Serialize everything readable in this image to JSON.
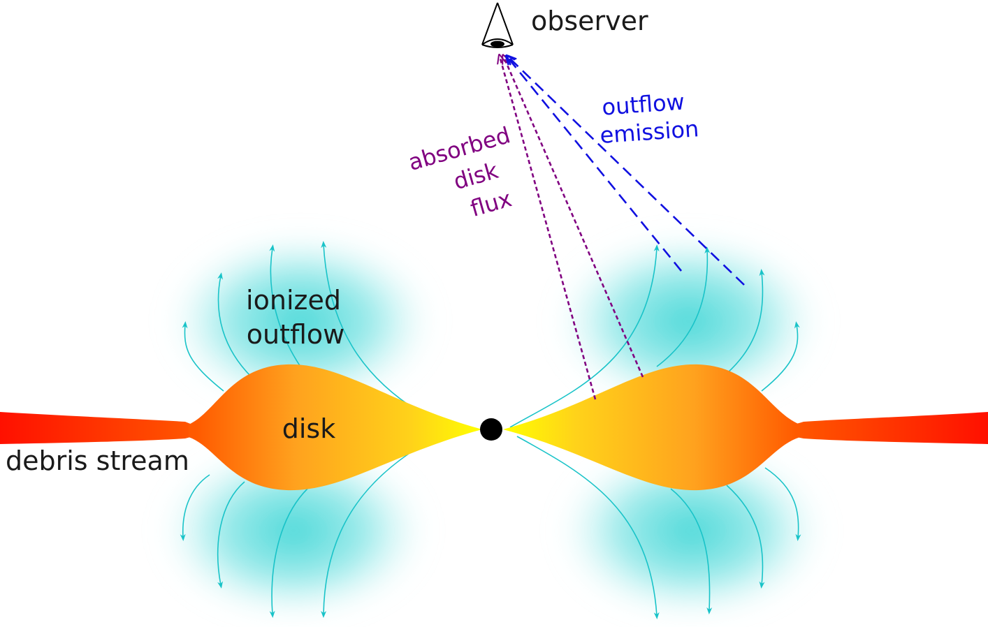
{
  "labels": {
    "observer": "observer",
    "outflow_emission_line1": "outflow",
    "outflow_emission_line2": "emission",
    "absorbed_line1": "absorbed",
    "absorbed_line2": "disk",
    "absorbed_line3": "flux",
    "ionized_line1": "ionized",
    "ionized_line2": "outflow",
    "disk": "disk",
    "debris_stream": "debris stream"
  },
  "colors": {
    "background": "#ffffff",
    "outflow_cloud": "#3fd6d6",
    "outflow_streamline": "#19c3c8",
    "disk_inner": "#ffef00",
    "disk_mid": "#ffa81e",
    "disk_outer": "#ff6a00",
    "debris_stream": "#ff1a00",
    "black_hole": "#000000",
    "absorbed_flux_line": "#800080",
    "outflow_emission_line": "#1010e0",
    "text": "#1a1a1a"
  },
  "icons": {
    "observer": "eye-icon"
  }
}
